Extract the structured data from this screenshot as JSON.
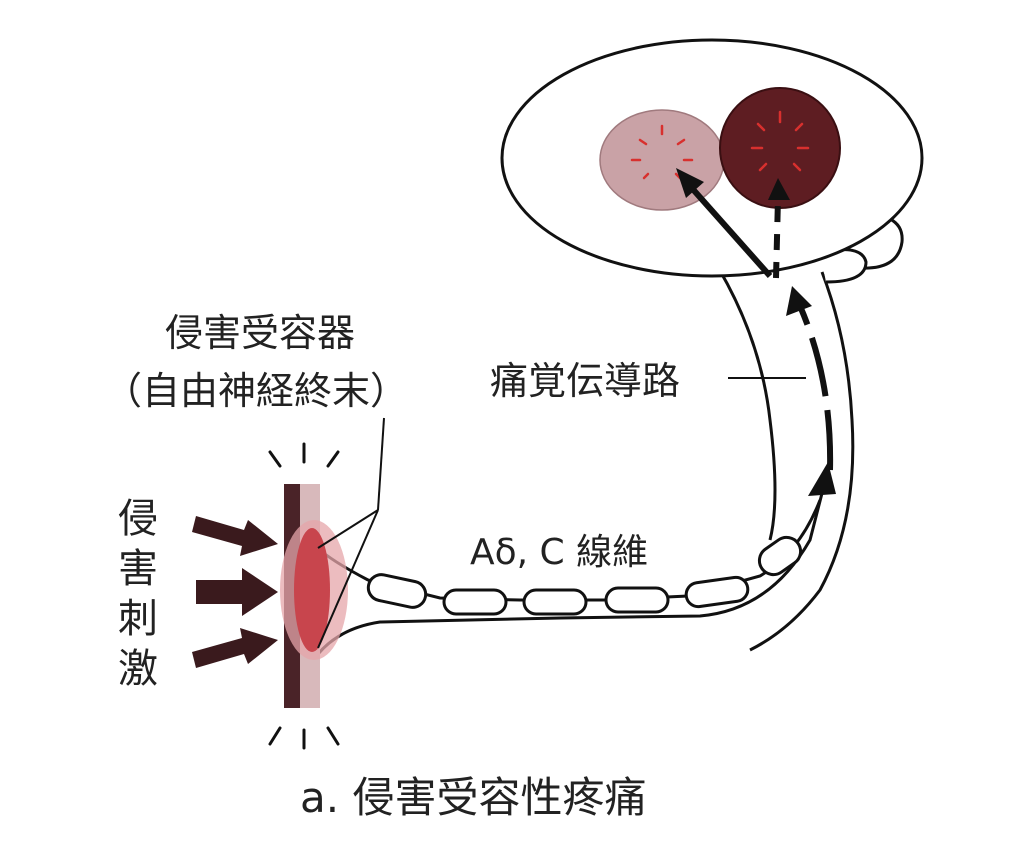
{
  "receptor_label": {
    "line1": "侵害受容器",
    "line2": "（自由神経終末）"
  },
  "stimulus_label": {
    "chars": [
      "侵",
      "害",
      "刺",
      "激"
    ]
  },
  "pathway_label": "痛覚伝導路",
  "fiber_label": "Aδ, C 線維",
  "caption": "a.  侵害受容性疼痛",
  "colors": {
    "line": "#111111",
    "skin_dark": "#4a2328",
    "skin_light": "#d8b9bb",
    "receptor_red": "#c8454d",
    "brain_left": "#c9a2a6",
    "brain_right": "#5e1d22",
    "ray_red": "#d8302e"
  }
}
